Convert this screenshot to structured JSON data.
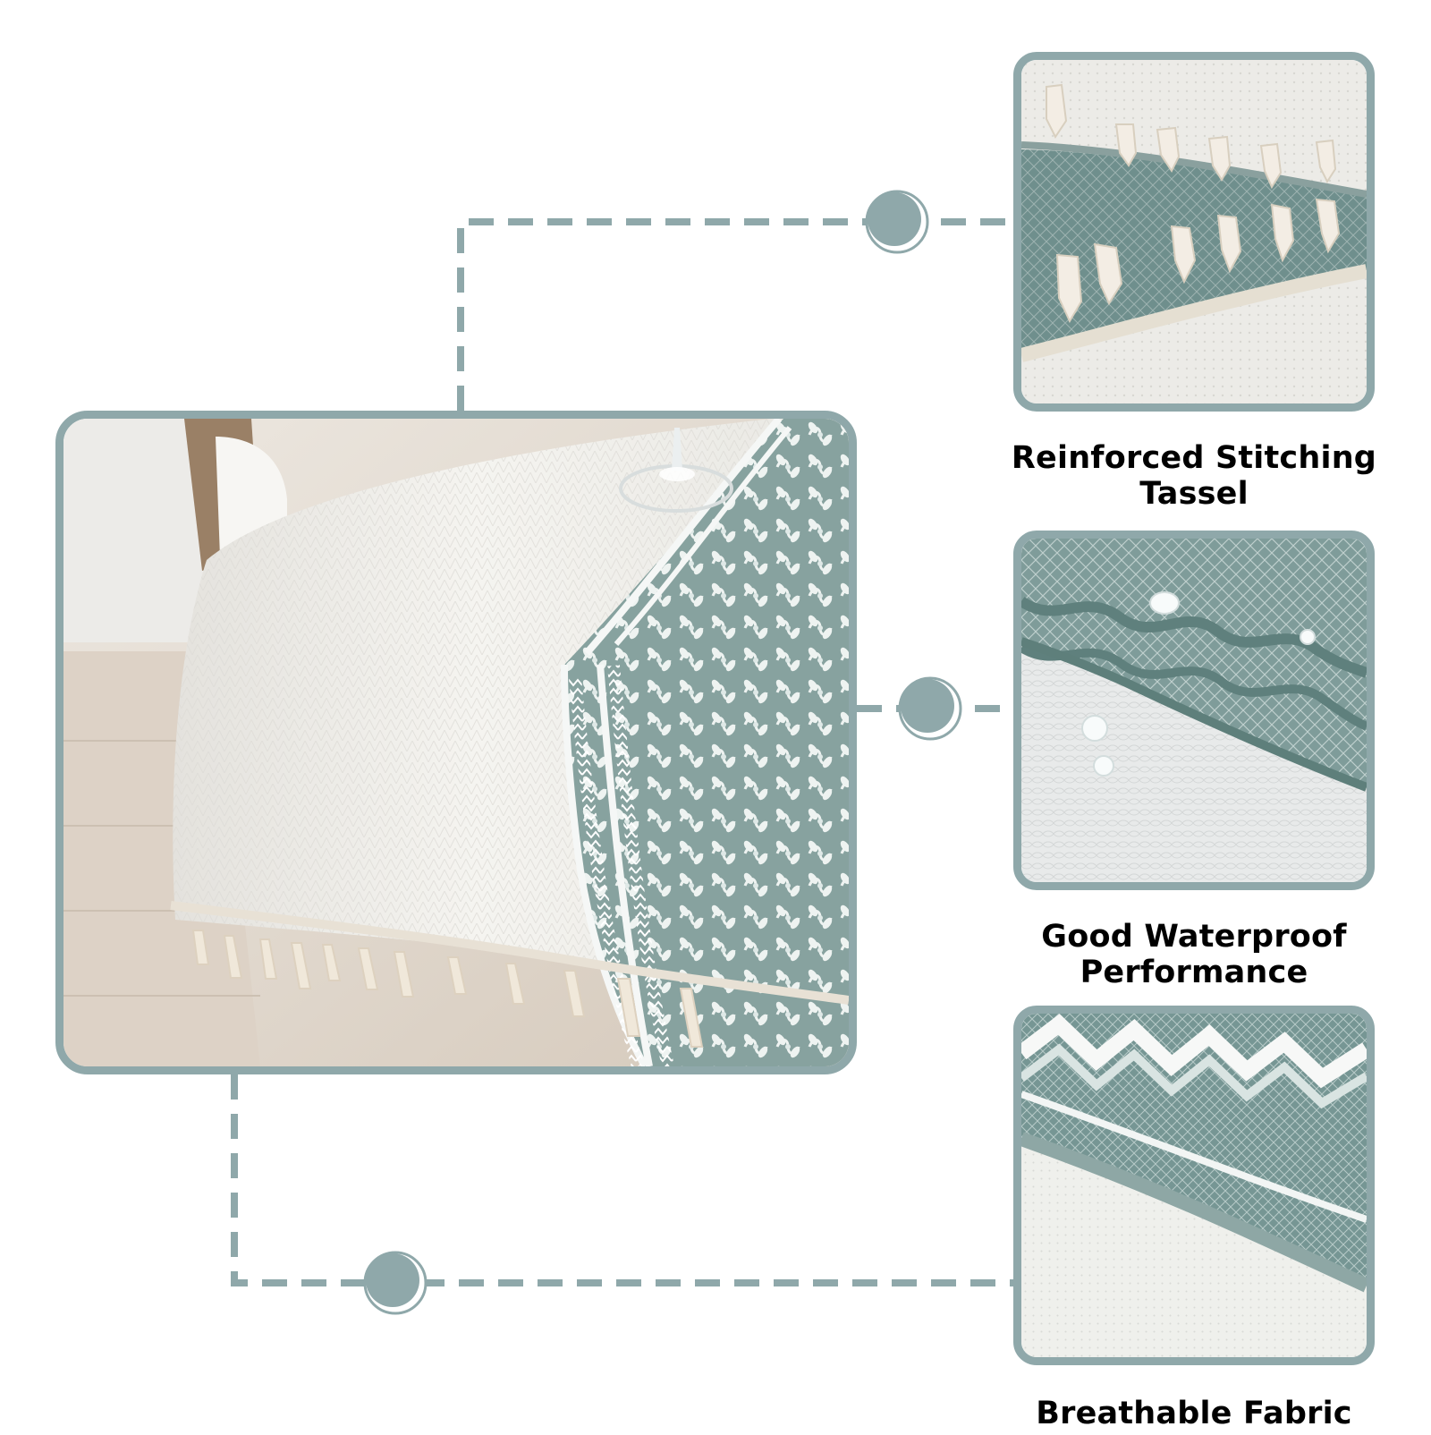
{
  "theme": {
    "accent": "#8fa8aa",
    "teal_fabric": "#7c9b9a",
    "white_fabric": "#f4f3ef",
    "floor": "#d8cdbf",
    "text": "#000000"
  },
  "hero": {
    "image_name": "tablecloth-scene"
  },
  "features": [
    {
      "caption_line1": "Reinforced Stitching",
      "caption_line2": "Tassel",
      "icon": "tassel-detail"
    },
    {
      "caption_line1": "Good Waterproof",
      "caption_line2": "Performance",
      "icon": "waterproof-detail"
    },
    {
      "caption_line1": "Breathable Fabric",
      "icon": "fabric-detail"
    }
  ]
}
